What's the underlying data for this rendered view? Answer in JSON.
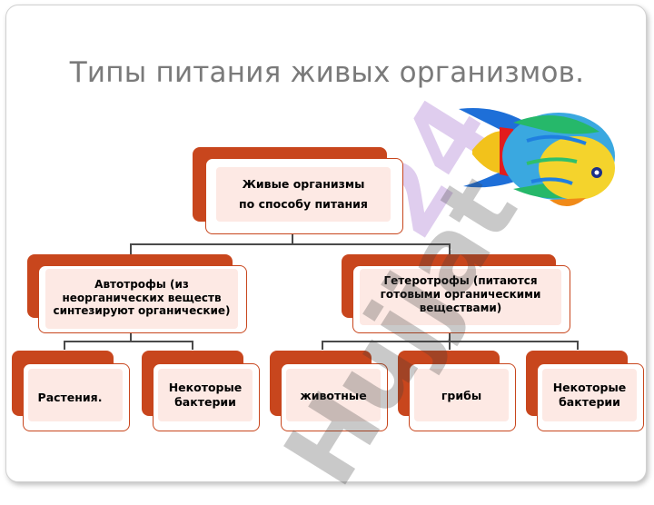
{
  "slide": {
    "title": "Типы питания живых организмов.",
    "watermark_text": "Hujjat",
    "watermark_digits": "24"
  },
  "diagram": {
    "root": {
      "label": "Живые организмы\nпо способу питания"
    },
    "autotrophs": {
      "label": "Автотрофы (из неорганических веществ синтезируют органические)"
    },
    "heterotrophs": {
      "label": "Гетеротрофы (питаются готовыми органическими веществами)"
    },
    "autotroph_children": [
      {
        "label": "Растения."
      },
      {
        "label": "Некоторые бактерии"
      }
    ],
    "heterotroph_children": [
      {
        "label": "животные"
      },
      {
        "label": "грибы"
      },
      {
        "label": "Некоторые бактерии"
      }
    ]
  },
  "colors": {
    "box_accent": "#c8461d",
    "box_fill": "#fde9e4",
    "title_color": "#7a7a7a"
  },
  "icons": {
    "illustration": "tropical-fish-icon"
  }
}
